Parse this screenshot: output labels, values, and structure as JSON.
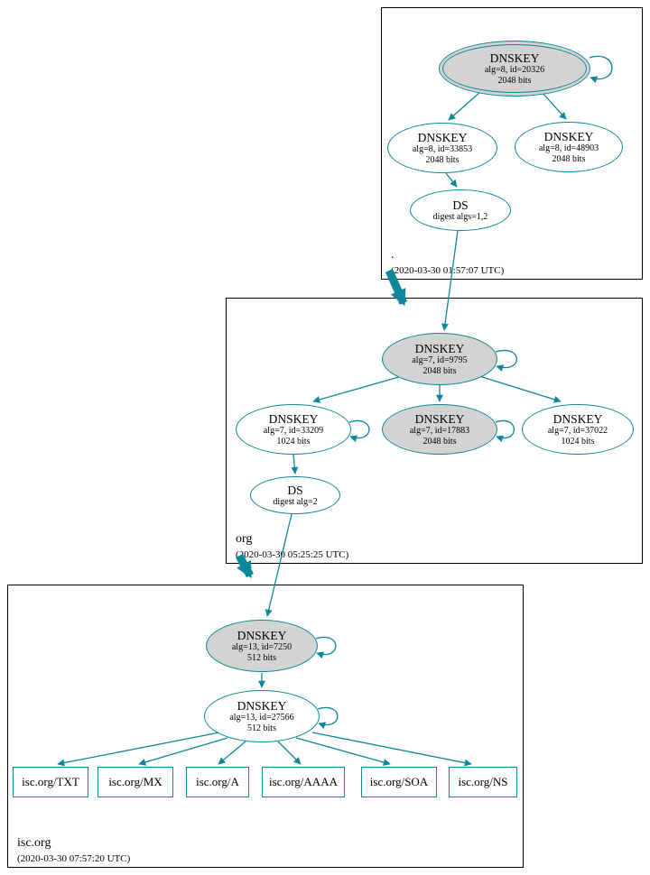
{
  "zones": [
    {
      "name": ".",
      "timestamp": "(2020-03-30 01:57:07 UTC)"
    },
    {
      "name": "org",
      "timestamp": "(2020-03-30 05:25:25 UTC)"
    },
    {
      "name": "isc.org",
      "timestamp": "(2020-03-30 07:57:20 UTC)"
    }
  ],
  "nodes": {
    "root_ksk": {
      "title": "DNSKEY",
      "line1": "alg=8, id=20326",
      "line2": "2048 bits"
    },
    "root_zsk1": {
      "title": "DNSKEY",
      "line1": "alg=8, id=33853",
      "line2": "2048 bits"
    },
    "root_zsk2": {
      "title": "DNSKEY",
      "line1": "alg=8, id=48903",
      "line2": "2048 bits"
    },
    "root_ds": {
      "title": "DS",
      "line1": "digest algs=1,2"
    },
    "org_ksk": {
      "title": "DNSKEY",
      "line1": "alg=7, id=9795",
      "line2": "2048 bits"
    },
    "org_zsk1": {
      "title": "DNSKEY",
      "line1": "alg=7, id=33209",
      "line2": "1024 bits"
    },
    "org_ksk2": {
      "title": "DNSKEY",
      "line1": "alg=7, id=17883",
      "line2": "2048 bits"
    },
    "org_zsk2": {
      "title": "DNSKEY",
      "line1": "alg=7, id=37022",
      "line2": "1024 bits"
    },
    "org_ds": {
      "title": "DS",
      "line1": "digest alg=2"
    },
    "isc_ksk": {
      "title": "DNSKEY",
      "line1": "alg=13, id=7250",
      "line2": "512 bits"
    },
    "isc_zsk": {
      "title": "DNSKEY",
      "line1": "alg=13, id=27566",
      "line2": "512 bits"
    },
    "rr_txt": {
      "label": "isc.org/TXT"
    },
    "rr_mx": {
      "label": "isc.org/MX"
    },
    "rr_a": {
      "label": "isc.org/A"
    },
    "rr_aaaa": {
      "label": "isc.org/AAAA"
    },
    "rr_soa": {
      "label": "isc.org/SOA"
    },
    "rr_ns": {
      "label": "isc.org/NS"
    }
  },
  "colors": {
    "edge_teal": "#0d879a",
    "ksk_fill": "#d3d3d3"
  }
}
